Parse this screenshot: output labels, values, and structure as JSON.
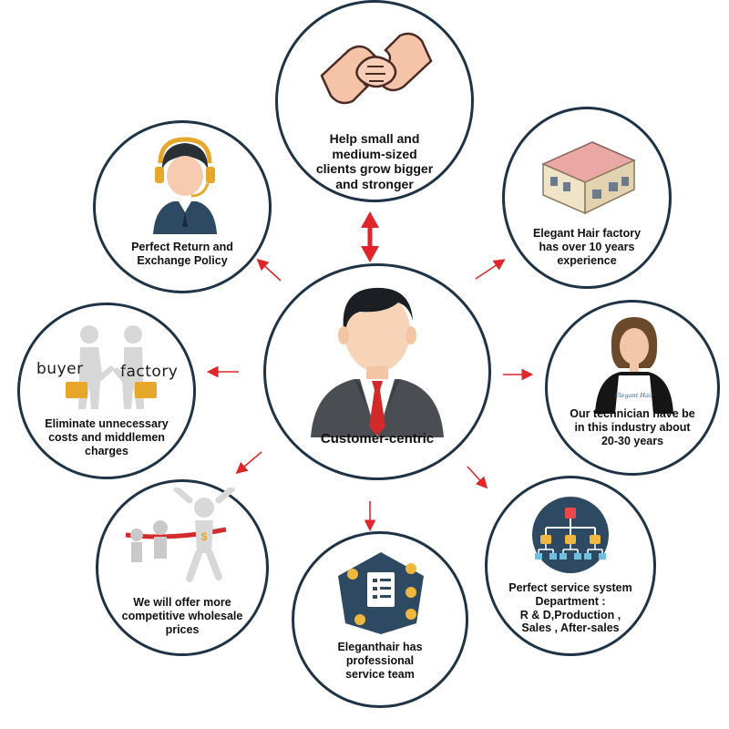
{
  "center": {
    "label": "Customer-centric",
    "icon": "businessman-icon"
  },
  "nodes": [
    {
      "key": "top",
      "label": "Help small and\nmedium-sized\nclients grow bigger\nand stronger",
      "icon": "handshake-grip-icon"
    },
    {
      "key": "top-right",
      "label": "Elegant Hair factory\nhas over 10 years\nexperience",
      "icon": "factory-building-icon"
    },
    {
      "key": "right",
      "label": "Our technician have be\nin this industry about\n20-30 years",
      "icon": "technician-woman-icon",
      "apron_text": "Elegant Hair"
    },
    {
      "key": "bottom-right",
      "label": "Perfect service system\nDepartment :\nR & D,Production ,\nSales , After-sales",
      "icon": "org-chart-icon"
    },
    {
      "key": "bottom",
      "label": "Eleganthair has\nprofessional\nservice  team",
      "icon": "team-document-icon"
    },
    {
      "key": "bottom-left",
      "label": "We will offer more\ncompetitive wholesale\nprices",
      "icon": "winners-race-icon"
    },
    {
      "key": "left",
      "label": "Eliminate unnecessary\ncosts and middlemen\ncharges",
      "icon": "buyer-factory-handshake-icon",
      "buyer_text": "buyer",
      "factory_text": "factory"
    },
    {
      "key": "top-left",
      "label": "Perfect Return and\nExchange Policy",
      "icon": "support-agent-icon"
    }
  ],
  "colors": {
    "circle_border": "#1f3346",
    "arrow": "#e0262a",
    "text": "#111111"
  }
}
